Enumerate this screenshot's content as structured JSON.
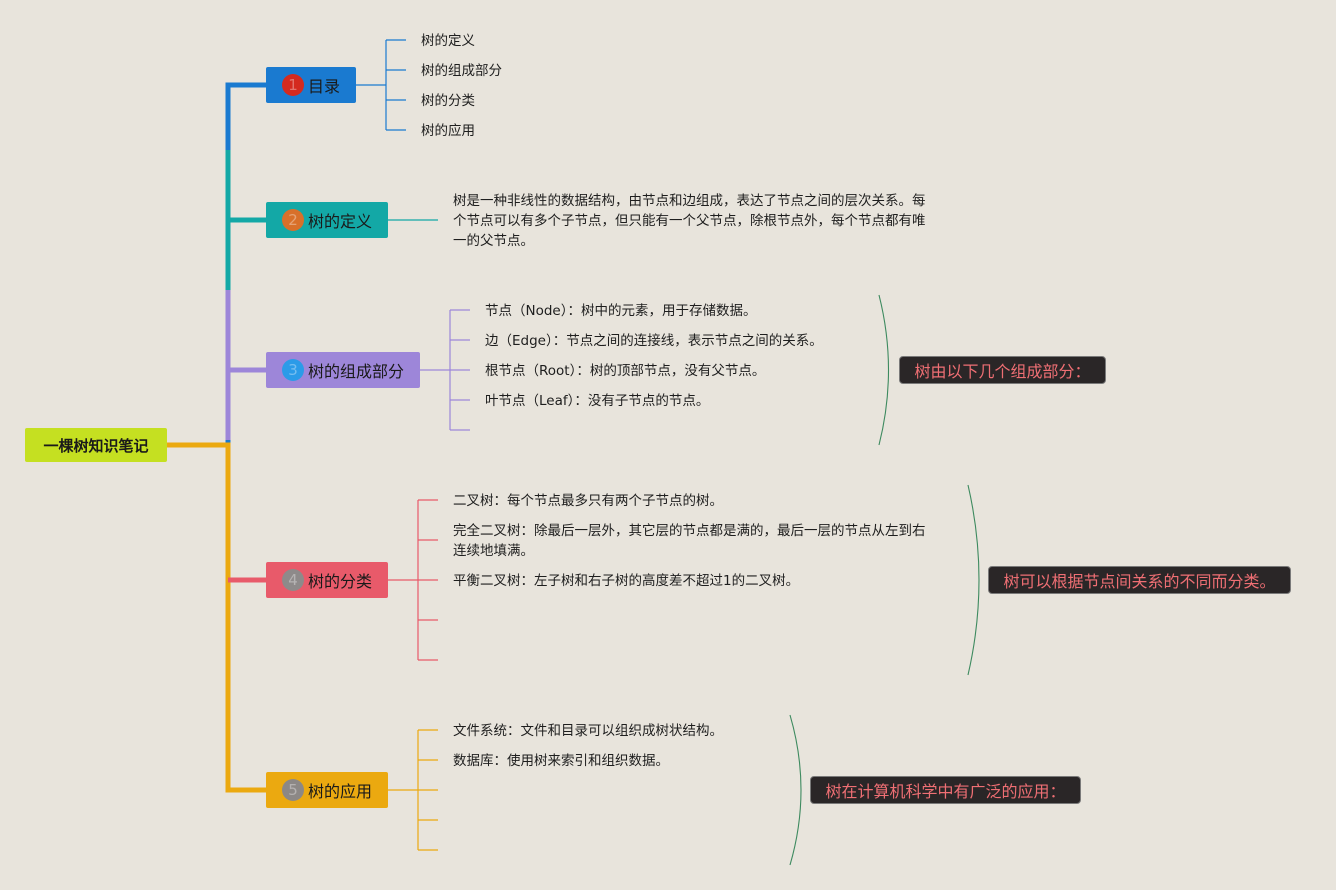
{
  "root": {
    "label": "一棵树知识笔记"
  },
  "branches": [
    {
      "number": "1",
      "label": "目录",
      "color": "#1a7ad0",
      "num_color": "#d42a1f",
      "children": [
        "树的定义",
        "树的组成部分",
        "树的分类",
        "树的应用"
      ]
    },
    {
      "number": "2",
      "label": "树的定义",
      "color": "#13a8a6",
      "num_color": "#d8702a",
      "paragraph_lines": [
        "树是一种非线性的数据结构，由节点和边组成，表达了节点之间的层次关系。每",
        "个节点可以有多个子节点，但只能有一个父节点，除根节点外，每个节点都有唯",
        "一的父节点。"
      ]
    },
    {
      "number": "3",
      "label": "树的组成部分",
      "color": "#9d86d9",
      "num_color": "#2b9be8",
      "children": [
        "节点（Node）：树中的元素，用于存储数据。",
        "边（Edge）：节点之间的连接线，表示节点之间的关系。",
        "根节点（Root）：树的顶部节点，没有父节点。",
        "叶节点（Leaf）：没有子节点的节点。"
      ],
      "summary": "树由以下几个组成部分："
    },
    {
      "number": "4",
      "label": "树的分类",
      "color": "#e85a6a",
      "num_color": "#8e8a8a",
      "children": [
        "二叉树：每个节点最多只有两个子节点的树。",
        "完全二叉树：除最后一层外，其它层的节点都是满的，最后一层的节点从左到右",
        "连续地填满。",
        "平衡二叉树：左子树和右子树的高度差不超过1的二叉树。"
      ],
      "summary": "树可以根据节点间关系的不同而分类。"
    },
    {
      "number": "5",
      "label": "树的应用",
      "color": "#eba910",
      "num_color": "#8c8886",
      "children": [
        "文件系统：文件和目录可以组织成树状结构。",
        "数据库：使用树来索引和组织数据。"
      ],
      "summary": "树在计算机科学中有广泛的应用："
    }
  ],
  "colors": {
    "background": "#e8e4dc",
    "root_fill": "#c5e021",
    "summary_fill": "#2a2627",
    "summary_text": "#ef6f74",
    "brace": "#3d8a5f"
  }
}
